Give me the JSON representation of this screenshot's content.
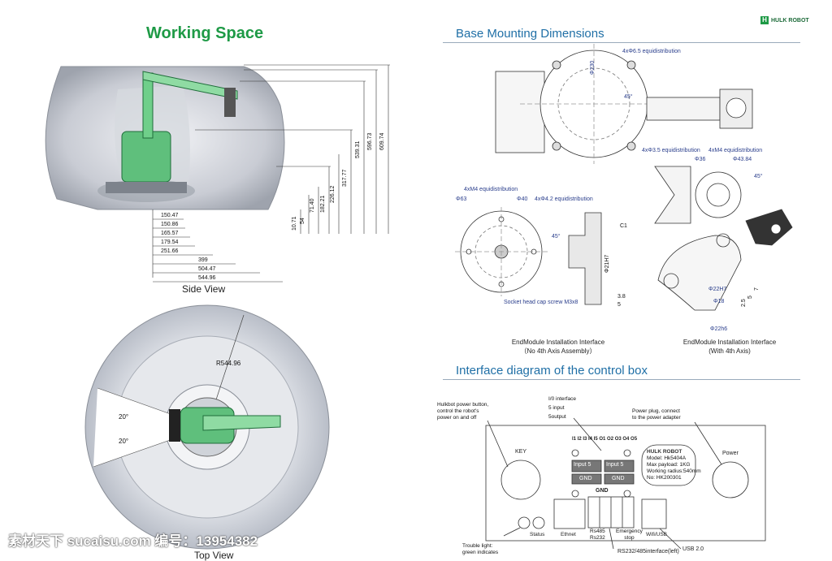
{
  "brand": {
    "logo_text": "HULK ROBOT"
  },
  "left": {
    "title": "Working Space",
    "side_view_label": "Side View",
    "top_view_label": "Top View",
    "side_horizontal_dims": [
      "150.47",
      "150.86",
      "165.57",
      "179.54",
      "251.66",
      "399",
      "504.47",
      "544.96"
    ],
    "side_vertical_dims": [
      "10.71",
      "54",
      "71.40",
      "182.21",
      "226.12",
      "317.77",
      "539.31",
      "596.73",
      "609.74"
    ],
    "top_radius": "R544.96",
    "top_angle_upper": "20°",
    "top_angle_lower": "20°"
  },
  "right": {
    "base_title": "Base Mounting Dimensions",
    "base_notes": {
      "holes_top": "4xΦ6.5 equidistribution",
      "diameter": "Φ230",
      "angle": "45°",
      "holes_m4_a": "4xM4 equidistribution",
      "d63": "Φ63",
      "d40": "Φ40",
      "holes_42": "4xΦ4.2 equidistribution",
      "angle_b": "45°",
      "c1": "C1",
      "tolerance": "Φ21H7",
      "screw": "Socket head cap screw M3x8",
      "d38": "3.8",
      "d5": "5",
      "holes_35": "4xΦ3.5 equidistribution",
      "holes_m4_b": "4xM4 equidistribution",
      "d36": "Φ36",
      "d4384": "Φ43.84",
      "angle_c": "45°",
      "d22h7": "Φ22H7",
      "d18": "Φ18",
      "d22h6": "Φ22h6",
      "d25": "2.5",
      "d5b": "5",
      "d7": "7"
    },
    "endmodule_left": [
      "EndModule  Installation  Interface",
      "（No  4th  Axis   Assembly）"
    ],
    "endmodule_right": [
      "EndModule  Installation   Interface",
      "(With  4th  Axis)"
    ],
    "control_title": "Interface diagram  of the  control box",
    "callouts": {
      "power_button": [
        "Hulkbot power button,",
        "control the robot's",
        "power on and off"
      ],
      "io": [
        "I/0 interface",
        "5 input",
        "5output"
      ],
      "power_plug": [
        "Power plug, connect",
        "to the power adapter"
      ],
      "trouble": [
        "Trouble light:",
        "green indicates"
      ]
    },
    "panel": {
      "key": "KEY",
      "io_pins": "I1 I2 I3 I4 I5  O1 O2 O3 O4 O5",
      "input1": "Input 5",
      "input2": "Input 5",
      "gnd1": "GND",
      "gnd2": "GND",
      "gnd_main": "GND",
      "label_brand": "HULK ROBOT",
      "label_lines": [
        "Model: Hk5404A",
        "Max payload: 1KG",
        "Working radius:540mm",
        "No: HK200301"
      ],
      "power": "Power",
      "status": "Status",
      "ethnet": "Ethnet",
      "rs485": [
        "Rs485",
        "Rs232"
      ],
      "emergency": [
        "Emergency",
        "stop"
      ],
      "wifi": "Wifi/USB",
      "usb_note": "USB 2.0",
      "rs_note": "RS232/485interface(left)"
    }
  },
  "watermark": "素材天下 sucaisu.com   编号：13954382"
}
